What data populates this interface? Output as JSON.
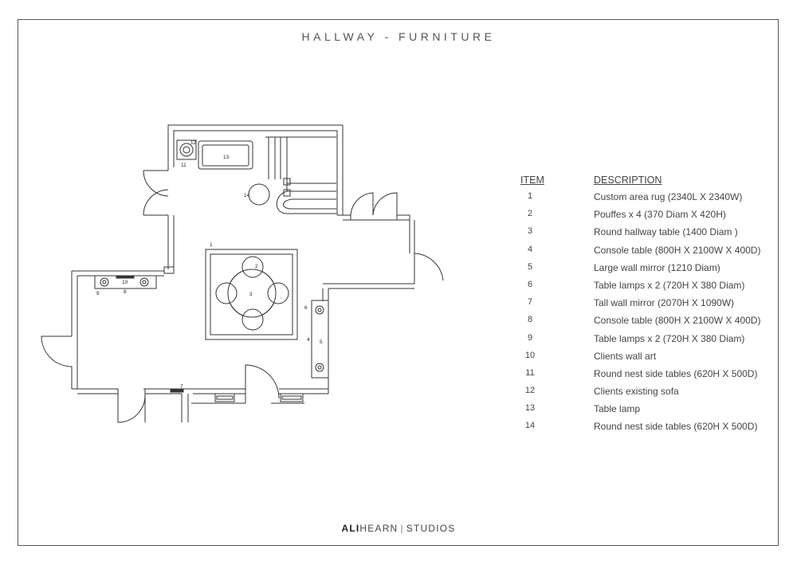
{
  "title": "HALLWAY - FURNITURE",
  "legend": {
    "item_header": "ITEM",
    "description_header": "DESCRIPTION",
    "rows": [
      {
        "item": "1",
        "description": "Custom area rug (2340L X 2340W)"
      },
      {
        "item": "2",
        "description": "Pouffes x 4 (370 Diam X 420H)"
      },
      {
        "item": "3",
        "description": "Round hallway table (1400 Diam )"
      },
      {
        "item": "4",
        "description": "Console table (800H X 2100W X 400D)"
      },
      {
        "item": "5",
        "description": "Large wall mirror (1210 Diam)"
      },
      {
        "item": "6",
        "description": "Table lamps x 2 (720H X 380 Diam)"
      },
      {
        "item": "7",
        "description": "Tall wall mirror (2070H X 1090W)"
      },
      {
        "item": "8",
        "description": "Console table (800H X 2100W X 400D)"
      },
      {
        "item": "9",
        "description": "Table lamps x 2 (720H X 380 Diam)"
      },
      {
        "item": "10",
        "description": "Clients wall art"
      },
      {
        "item": "11",
        "description": "Round nest side tables (620H X 500D)"
      },
      {
        "item": "12",
        "description": "Clients existing sofa"
      },
      {
        "item": "13",
        "description": "Table lamp"
      },
      {
        "item": "14",
        "description": "Round nest side tables (620H X 500D)"
      }
    ]
  },
  "plan_labels": {
    "l1": "1",
    "l2": "2",
    "l3": "3",
    "l4": "4",
    "l5": "5",
    "l6": "6",
    "l7": "7",
    "l8": "8",
    "l9": "9",
    "l10": "10",
    "l11": "11",
    "l12": "12",
    "l13": "13",
    "l14": "14"
  },
  "logo": {
    "bold": "ALI",
    "rest": "HEARN",
    "sep": "|",
    "studio": "STUDIOS"
  }
}
